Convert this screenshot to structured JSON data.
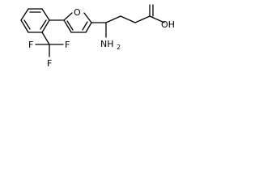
{
  "molecule": {
    "atoms": {
      "fluorine": "F",
      "oxygen": "O",
      "hydroxyl": "OH",
      "amine": "NH",
      "amine_subscript": "2"
    }
  }
}
